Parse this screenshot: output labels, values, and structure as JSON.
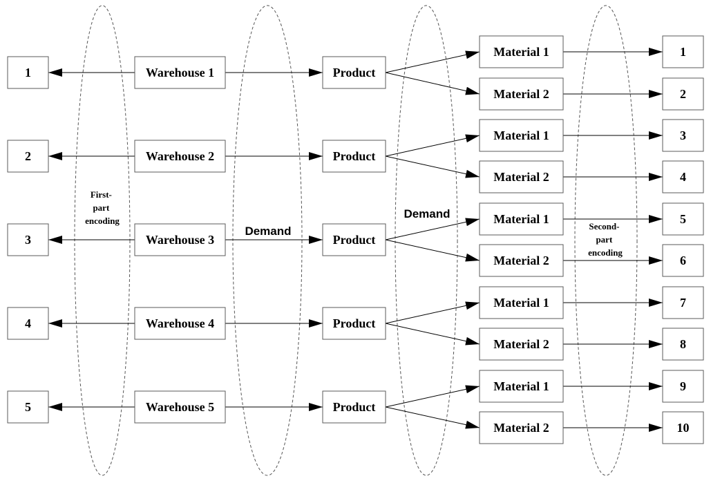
{
  "colors": {
    "box_border": "#5a5a5a",
    "line": "#000000",
    "background": "#ffffff"
  },
  "left_codes": [
    "1",
    "2",
    "3",
    "4",
    "5"
  ],
  "warehouses": [
    "Warehouse 1",
    "Warehouse 2",
    "Warehouse 3",
    "Warehouse 4",
    "Warehouse 5"
  ],
  "products": [
    "Product",
    "Product",
    "Product",
    "Product",
    "Product"
  ],
  "materials": [
    "Material 1",
    "Material 2",
    "Material 1",
    "Material 2",
    "Material 1",
    "Material 2",
    "Material 1",
    "Material 2",
    "Material 1",
    "Material 2"
  ],
  "right_codes": [
    "1",
    "2",
    "3",
    "4",
    "5",
    "6",
    "7",
    "8",
    "9",
    "10"
  ],
  "labels": {
    "first_part": [
      "First-",
      "part",
      "encoding"
    ],
    "demand_1": "Demand",
    "demand_2": "Demand",
    "second_part": [
      "Second-",
      "part",
      "encoding"
    ]
  }
}
